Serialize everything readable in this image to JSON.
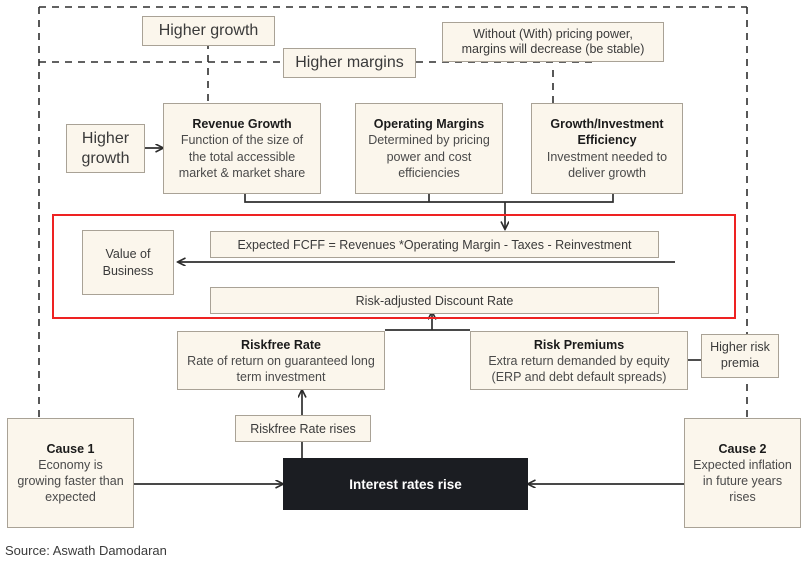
{
  "meta": {
    "source_caption": "Source: Aswath Damodaran",
    "colors": {
      "box_fill": "#FBF6EC",
      "box_border": "#A9A296",
      "highlight_red": "#EE2222",
      "dark_box": "#1B1D22",
      "text": "#3a3a3a"
    }
  },
  "drivers": {
    "higher_growth_top": "Higher growth",
    "higher_margins": "Higher margins",
    "pricing_power": "Without (With) pricing power, margins will decrease (be stable)",
    "higher_growth_left": "Higher growth",
    "higher_risk_premia": "Higher risk premia"
  },
  "value_drivers": [
    {
      "title": "Revenue Growth",
      "desc": "Function of the size of the total accessible market & market share"
    },
    {
      "title": "Operating Margins",
      "desc": "Determined by pricing power and cost efficiencies"
    },
    {
      "title": "Growth/Investment Efficiency",
      "desc": "Investment needed to deliver growth"
    }
  ],
  "valuation": {
    "value_of_business": "Value of Business",
    "fcff_formula": "Expected FCFF = Revenues *Operating Margin - Taxes - Reinvestment",
    "discount_rate": "Risk-adjusted Discount Rate"
  },
  "discount_inputs": [
    {
      "title": "Riskfree Rate",
      "desc": "Rate of return on guaranteed long term investment"
    },
    {
      "title": "Risk Premiums",
      "desc": "Extra return demanded by equity (ERP and debt default spreads)"
    }
  ],
  "mechanism": {
    "riskfree_rate_rises": "Riskfree Rate rises",
    "interest_rates_rise": "Interest rates rise"
  },
  "causes": [
    {
      "title": "Cause 1",
      "desc": "Economy is growing faster than expected"
    },
    {
      "title": "Cause 2",
      "desc": "Expected inflation in future years rises"
    }
  ]
}
